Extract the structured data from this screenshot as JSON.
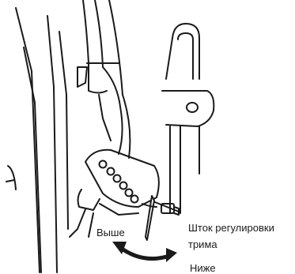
{
  "labels": {
    "higher": "Выше",
    "trim_rod_line1": "Шток регулировки",
    "trim_rod_line2": "трима",
    "lower": "Ниже"
  },
  "colors": {
    "line": "#1a1a1a",
    "background": "#ffffff",
    "arrow": "#1a1a1a"
  }
}
